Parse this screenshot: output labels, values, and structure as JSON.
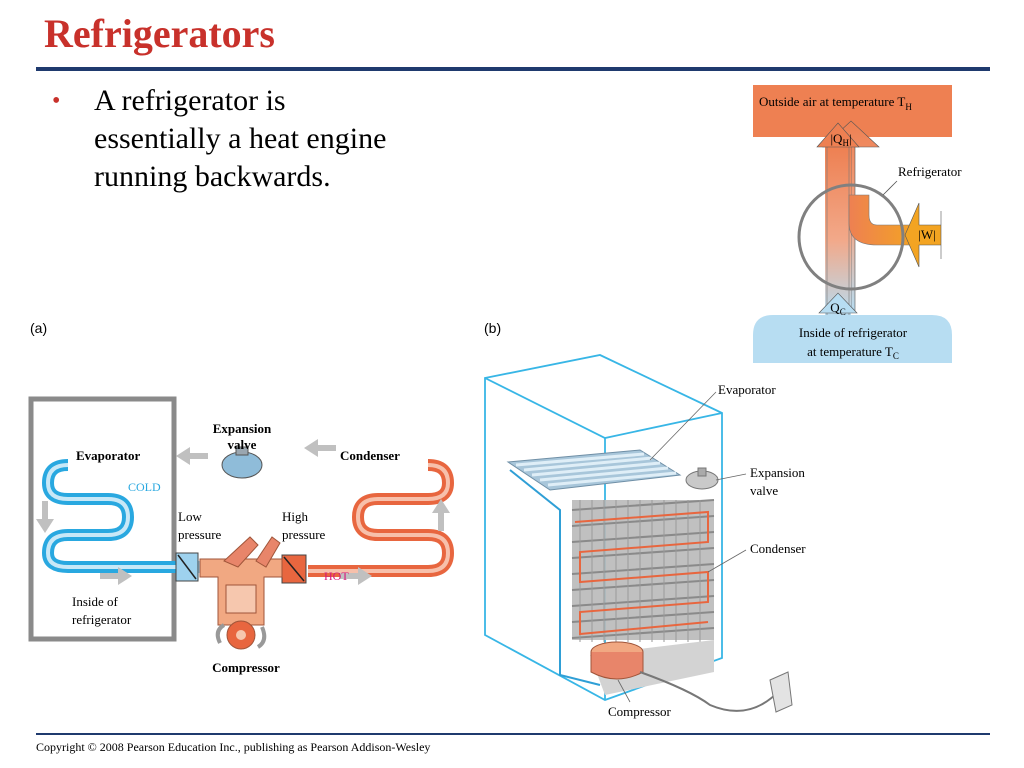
{
  "slide": {
    "title": "Refrigerators",
    "bullets": [
      "A refrigerator is essentially a heat engine running backwards."
    ],
    "copyright": "Copyright © 2008 Pearson Education Inc., publishing as Pearson Addison-Wesley"
  },
  "energy_diagram": {
    "hot_reservoir": "Outside air at temperature T",
    "hot_subscript": "H",
    "qh_label": "|Q",
    "qh_subscript": "H",
    "qh_close": "|",
    "refrigerator_label": "Refrigerator",
    "work_label": "|W|",
    "qc_label": "Q",
    "qc_subscript": "C",
    "cold_reservoir_line1": "Inside of refrigerator",
    "cold_reservoir_line2": "at temperature T",
    "cold_subscript": "C"
  },
  "figure_a": {
    "panel_label": "(a)",
    "expansion_valve_line1": "Expansion",
    "expansion_valve_line2": "valve",
    "evaporator": "Evaporator",
    "condenser": "Condenser",
    "cold": "COLD",
    "hot": "HOT",
    "low_pressure_line1": "Low",
    "low_pressure_line2": "pressure",
    "high_pressure_line1": "High",
    "high_pressure_line2": "pressure",
    "inside_line1": "Inside of",
    "inside_line2": "refrigerator",
    "compressor": "Compressor"
  },
  "figure_b": {
    "panel_label": "(b)",
    "evaporator": "Evaporator",
    "expansion_valve_line1": "Expansion",
    "expansion_valve_line2": "valve",
    "condenser": "Condenser",
    "compressor": "Compressor"
  },
  "colors": {
    "title": "#c8312b",
    "rule": "#1f3a6e",
    "hot": "#e8663f",
    "cold": "#29a8e0",
    "hot_label": "#d6197a"
  }
}
